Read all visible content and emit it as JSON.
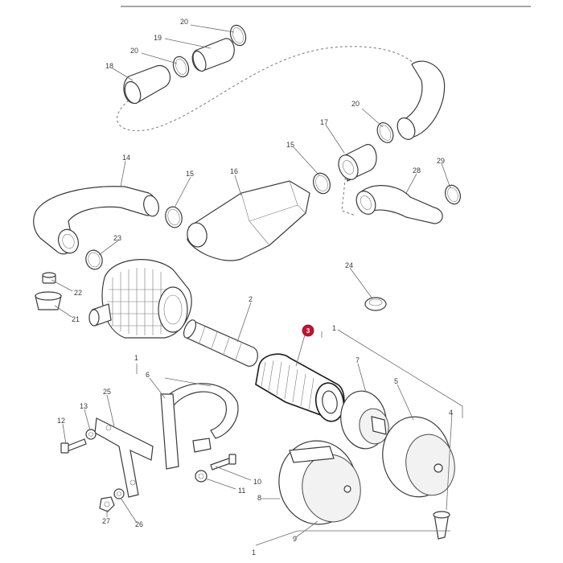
{
  "highlight": {
    "number": "3",
    "color": "#c8102e"
  },
  "callouts": [
    {
      "id": "c20a",
      "text": "20"
    },
    {
      "id": "c19",
      "text": "19"
    },
    {
      "id": "c20b",
      "text": "20"
    },
    {
      "id": "c18",
      "text": "18"
    },
    {
      "id": "c20c",
      "text": "20"
    },
    {
      "id": "c17",
      "text": "17"
    },
    {
      "id": "c15a",
      "text": "15"
    },
    {
      "id": "c16",
      "text": "16"
    },
    {
      "id": "c15b",
      "text": "15"
    },
    {
      "id": "c14",
      "text": "14"
    },
    {
      "id": "c28",
      "text": "28"
    },
    {
      "id": "c29",
      "text": "29"
    },
    {
      "id": "c23",
      "text": "23"
    },
    {
      "id": "c22",
      "text": "22"
    },
    {
      "id": "c21",
      "text": "21"
    },
    {
      "id": "c24",
      "text": "24"
    },
    {
      "id": "c2",
      "text": "2"
    },
    {
      "id": "c1a",
      "text": "1"
    },
    {
      "id": "c1b",
      "text": "1"
    },
    {
      "id": "c6",
      "text": "6"
    },
    {
      "id": "c7",
      "text": "7"
    },
    {
      "id": "c5",
      "text": "5"
    },
    {
      "id": "c4",
      "text": "4"
    },
    {
      "id": "c25",
      "text": "25"
    },
    {
      "id": "c13",
      "text": "13"
    },
    {
      "id": "c12",
      "text": "12"
    },
    {
      "id": "c10",
      "text": "10"
    },
    {
      "id": "c11",
      "text": "11"
    },
    {
      "id": "c8",
      "text": "8"
    },
    {
      "id": "c9",
      "text": "9"
    },
    {
      "id": "c26",
      "text": "26"
    },
    {
      "id": "c27",
      "text": "27"
    },
    {
      "id": "c1c",
      "text": "1"
    }
  ]
}
